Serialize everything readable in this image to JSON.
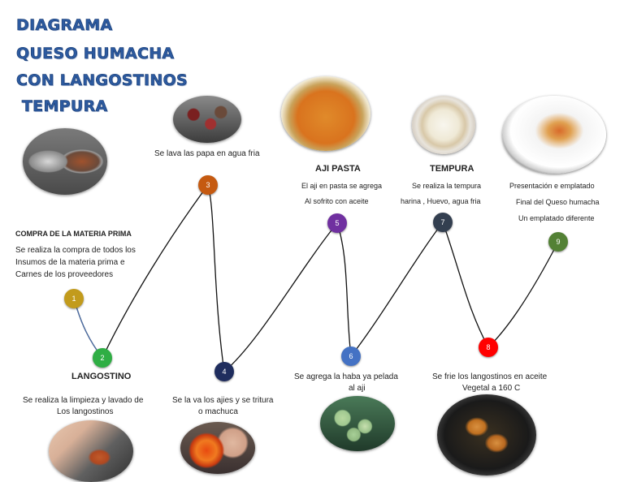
{
  "title": {
    "line1": "DIAGRAMA",
    "line2": "QUESO HUMACHA",
    "line3": "CON LANGOSTINOS",
    "line4": " TEMPURA"
  },
  "steps": [
    {
      "num": "1",
      "color": "#c29b1c"
    },
    {
      "num": "2",
      "color": "#2fae44"
    },
    {
      "num": "3",
      "color": "#c55a11"
    },
    {
      "num": "4",
      "color": "#1f2d5e"
    },
    {
      "num": "5",
      "color": "#7030a0"
    },
    {
      "num": "6",
      "color": "#4472c4"
    },
    {
      "num": "7",
      "color": "#333f50"
    },
    {
      "num": "8",
      "color": "#ff0000"
    },
    {
      "num": "9",
      "color": "#538135"
    }
  ],
  "texts": {
    "compra_head": "COMPRA DE LA MATERIA PRIMA",
    "compra_l1": "Se realiza la compra de todos los",
    "compra_l2": "Insumos de la materia prima e",
    "compra_l3": "Carnes de los proveedores",
    "langostino_head": "LANGOSTINO",
    "langostino_l1": "Se realiza la limpieza y lavado de",
    "langostino_l2": "Los langostinos",
    "papa": "Se lava las papa en agua fria",
    "ajies_l1": "Se la va los ajies y se tritura",
    "ajies_l2": "o machuca",
    "aji_head": "AJI PASTA",
    "aji_l1": "El aji en pasta se agrega",
    "aji_l2": "Al sofrito con aceite",
    "haba_l1": "Se agrega la haba ya pelada",
    "haba_l2": "al aji",
    "tempura_head": "TEMPURA",
    "tempura_l1": "Se realiza la tempura",
    "tempura_l2": "harina , Huevo, agua fria",
    "frie_l1": "Se frie los langostinos en aceite",
    "frie_l2": "Vegetal a 160 C",
    "emplatado_l1": "Presentación e emplatado",
    "emplatado_l2": "Final del Queso humacha",
    "emplatado_l3": "Un emplatado diferente"
  },
  "photos": [
    "raw-ingredients-photo",
    "potatoes-photo",
    "aji-paste-photo",
    "tempura-batter-photo",
    "plated-dish-photo",
    "shrimp-cleaning-photo",
    "crushed-chili-photo",
    "fava-beans-photo",
    "fried-shrimp-photo"
  ]
}
